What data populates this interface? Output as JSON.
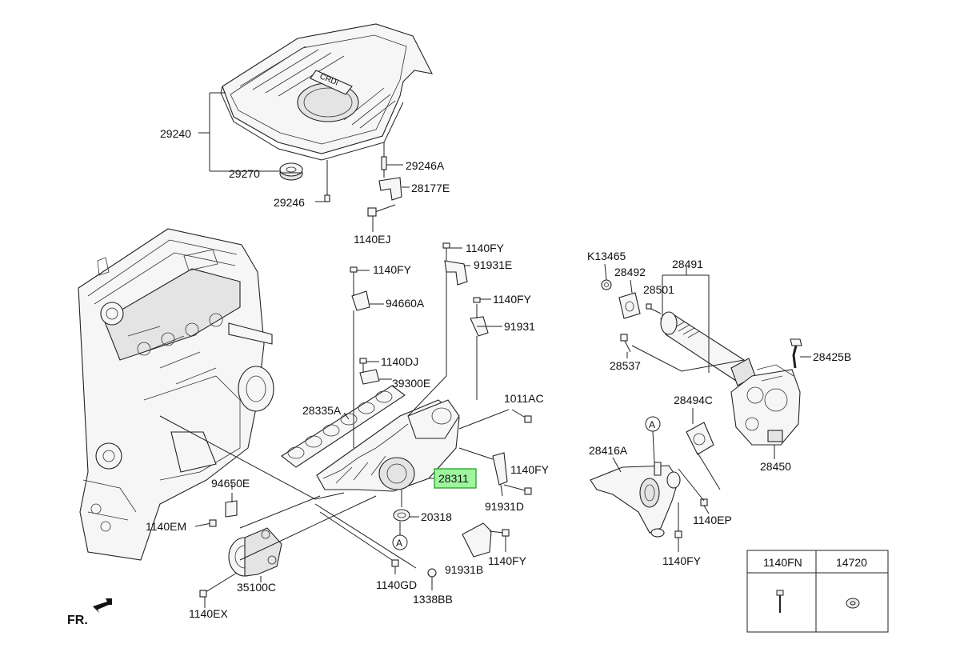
{
  "labels": {
    "p29240": "29240",
    "p29270": "29270",
    "p29246": "29246",
    "p29246A": "29246A",
    "p28177E": "28177E",
    "p1140EJ": "1140EJ",
    "p1140FY_a": "1140FY",
    "p91931E": "91931E",
    "p1140FY_b": "1140FY",
    "p94660A": "94660A",
    "p1140FY_c": "1140FY",
    "p91931": "91931",
    "p1140DJ": "1140DJ",
    "p39300E": "39300E",
    "p28335A": "28335A",
    "p1011AC": "1011AC",
    "p28311": "28311",
    "p1140FY_d": "1140FY",
    "p91931D": "91931D",
    "p20318": "20318",
    "p94650E": "94650E",
    "p1140EM": "1140EM",
    "p35100C": "35100C",
    "p1140GD": "1140GD",
    "p1338BB": "1338BB",
    "p91931B": "91931B",
    "p1140FY_e": "1140FY",
    "p1140EX": "1140EX",
    "pK13465": "K13465",
    "p28492": "28492",
    "p28491": "28491",
    "p28501": "28501",
    "p28537": "28537",
    "p28425B": "28425B",
    "p28494C": "28494C",
    "p28450": "28450",
    "p28416A": "28416A",
    "p1140EP": "1140EP",
    "p1140FY_f": "1140FY",
    "ref_A1": "A",
    "ref_A2": "A",
    "front": "FR.",
    "cover_logo": "CRDi"
  },
  "legend": {
    "col1": "1140FN",
    "col2": "14720"
  },
  "highlight_color": "#9ef59e",
  "icons": [
    "front-arrow-icon",
    "bolt-icon",
    "nut-icon"
  ]
}
